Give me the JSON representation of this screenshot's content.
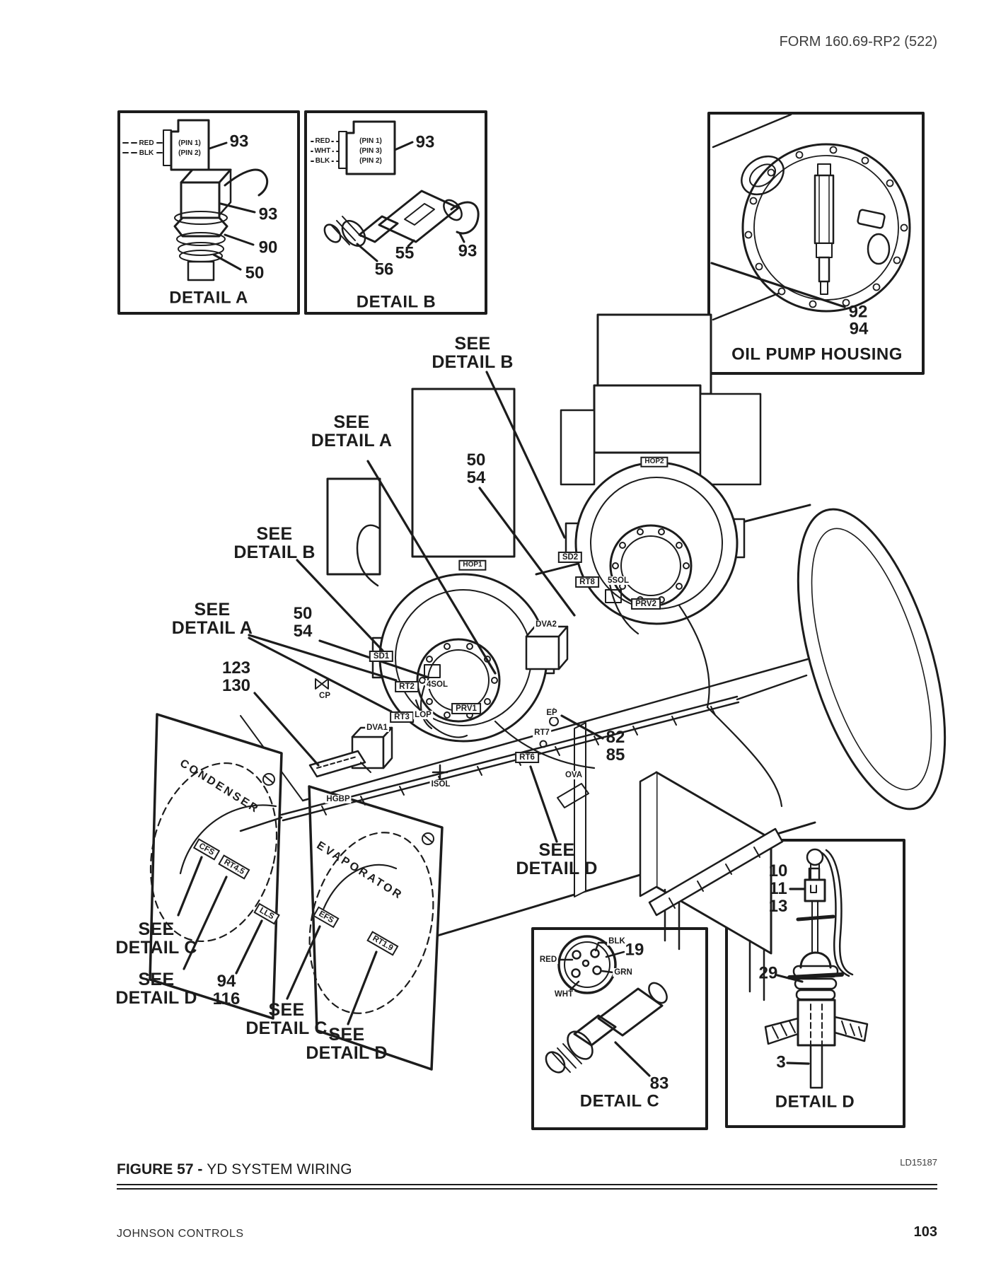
{
  "page": {
    "header": "FORM 160.69-RP2 (522)",
    "figure_prefix": "FIGURE 57 - ",
    "figure_title": "YD SYSTEM WIRING",
    "drawing_code": "LD15187",
    "company": "JOHNSON CONTROLS",
    "page_number": "103",
    "ink": "#1c1c1c"
  },
  "captions": {
    "see": "SEE",
    "detail_a": "DETAIL A",
    "detail_b": "DETAIL B",
    "detail_c": "DETAIL C",
    "detail_d": "DETAIL D",
    "oil_pump": "OIL PUMP HOUSING"
  },
  "detail_a": {
    "wires": [
      "RED",
      "BLK"
    ],
    "pins": [
      "(PIN 1)",
      "(PIN 2)"
    ],
    "callout_connector": "93",
    "callout_cable": "93",
    "callout_nut": "90",
    "callout_oring": "50"
  },
  "detail_b": {
    "wires": [
      "RED",
      "WHT",
      "BLK"
    ],
    "pins": [
      "(PIN 1)",
      "(PIN 3)",
      "(PIN 2)"
    ],
    "callout_connector": "93",
    "callout_cable": "93",
    "callout_body": "55",
    "callout_thread": "56"
  },
  "oil_pump": {
    "callout_1": "92",
    "callout_2": "94"
  },
  "detail_c": {
    "wire_blk": "BLK",
    "wire_red": "RED",
    "wire_grn": "GRN",
    "wire_wht": "WHT",
    "callout_connector": "19",
    "callout_sensor": "83"
  },
  "detail_d": {
    "callouts_top": [
      "10",
      "11",
      "13"
    ],
    "callout_nut": "29",
    "callout_probe": "3"
  },
  "diagram": {
    "plates": {
      "condenser": "CONDENSER",
      "evaporator": "EVAPORATOR"
    },
    "boxed": {
      "hop1": "HOP1",
      "hop2": "HOP2",
      "sd1": "SD1",
      "sd2": "SD2",
      "rt2": "RT2",
      "rt3": "RT3",
      "rt6": "RT6",
      "rt8": "RT8",
      "prv1": "PRV1",
      "prv2": "PRV2",
      "cfs": "CFS",
      "rt45": "RT4.5",
      "lls": "LLS",
      "efs": "EFS",
      "rt19": "RT1.9"
    },
    "plain": {
      "sol4": "4SOL",
      "sol5": "5SOL",
      "dva1": "DVA1",
      "dva2": "DVA2",
      "lop": "LOP",
      "cp": "CP",
      "ep": "EP",
      "rt7": "RT7",
      "ova": "OVA",
      "isol": "ISOL",
      "hgbp": "HGBP"
    },
    "callouts": {
      "top_50": "50",
      "top_54": "54",
      "left_50": "50",
      "left_54": "54",
      "n123": "123",
      "n130": "130",
      "n82": "82",
      "n85": "85",
      "n94": "94",
      "n116": "116"
    }
  }
}
